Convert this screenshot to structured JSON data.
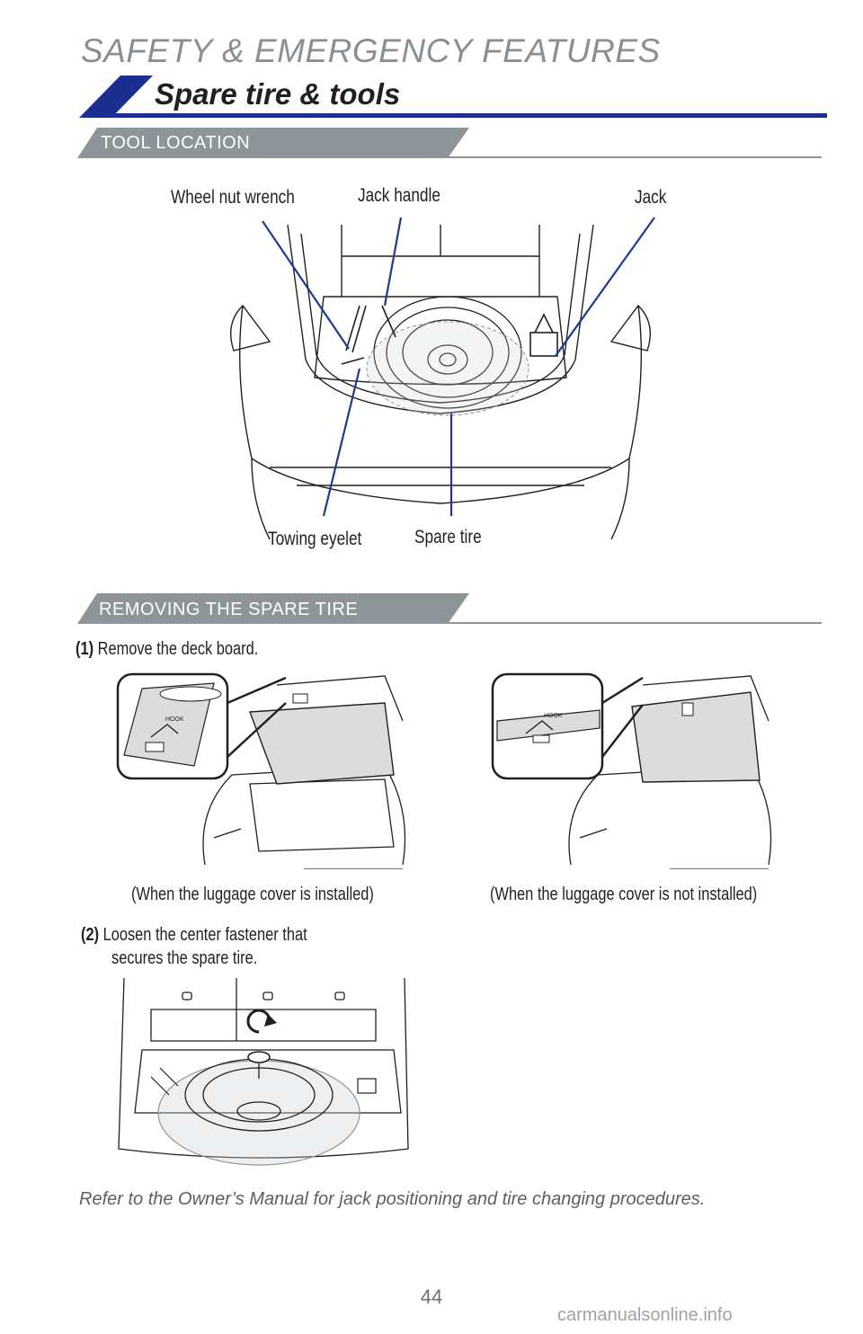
{
  "page": {
    "chapter_title": "SAFETY & EMERGENCY FEATURES",
    "section_title": "Spare tire & tools",
    "page_number": "44",
    "watermark": "carmanualsonline.info",
    "footer_note": "Refer to the Owner’s Manual for jack positioning and tire changing procedures."
  },
  "tool_location": {
    "header": "TOOL LOCATION",
    "callouts": {
      "wheel_nut_wrench": "Wheel nut wrench",
      "jack_handle": "Jack handle",
      "jack": "Jack",
      "towing_eyelet": "Towing eyelet",
      "spare_tire": "Spare tire"
    }
  },
  "removing": {
    "header": "REMOVING THE SPARE TIRE",
    "step1_num": "(1)",
    "step1_text": "Remove the deck board.",
    "caption_cover_installed": "(When the luggage cover is installed)",
    "caption_cover_not_installed": "(When the luggage cover is not installed)",
    "step2_num": "(2)",
    "step2_text_line1": "Loosen the center fastener that",
    "step2_text_line2": "secures the spare tire.",
    "inset_label": "HOOK"
  },
  "colors": {
    "accent_blue": "#1a2f8f",
    "header_gray": "#8e9599",
    "callout_line": "#1f3a93"
  }
}
